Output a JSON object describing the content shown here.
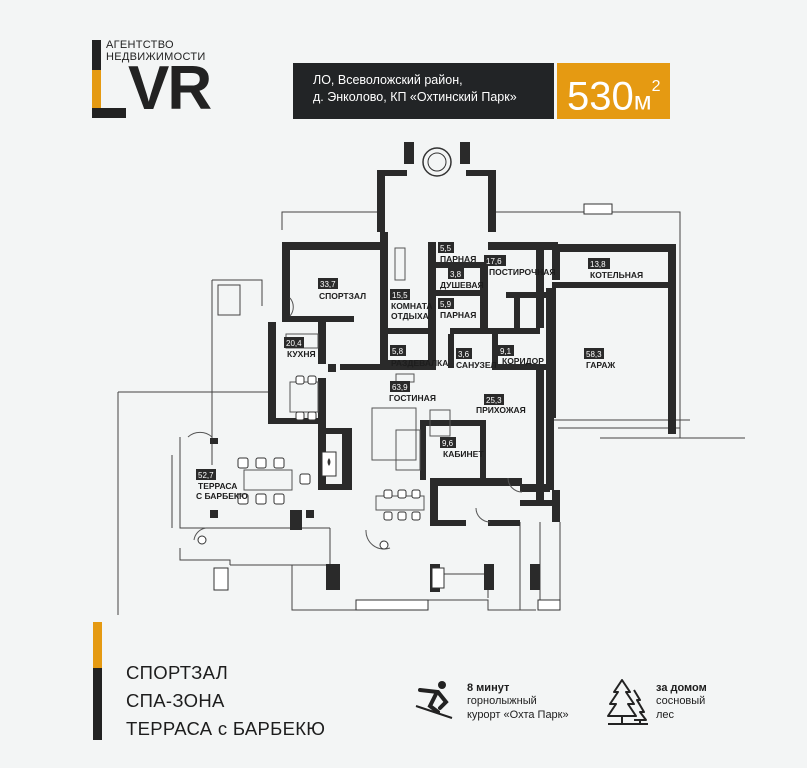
{
  "brand": {
    "agency_line1": "АГЕНТСТВО",
    "agency_line2": "НЕДВИЖИМОСТИ",
    "logo_letters": "VR"
  },
  "address": {
    "line1": "ЛО, Всеволожский район,",
    "line2": "д. Энколово, КП «Охтинский Парк»"
  },
  "area": {
    "value": "530",
    "unit": "м",
    "unit_power": "2"
  },
  "rooms": {
    "gym": {
      "area": "33,7",
      "name": "СПОРТЗАЛ"
    },
    "sauna1": {
      "area": "5,5",
      "name": "ПАРНАЯ"
    },
    "laundry": {
      "area": "17,6",
      "name": "ПОСТИРОЧНАЯ"
    },
    "boiler": {
      "area": "13,8",
      "name": "КОТЕЛЬНАЯ"
    },
    "shower": {
      "area": "3,8",
      "name": "ДУШЕВАЯ"
    },
    "rest": {
      "area": "15,5",
      "name1": "КОМНАТА",
      "name2": "ОТДЫХА"
    },
    "sauna2": {
      "area": "5,9",
      "name": "ПАРНАЯ"
    },
    "kitchen": {
      "area": "20,4",
      "name": "КУХНЯ"
    },
    "dressing": {
      "area": "5,8",
      "name": "РАЗДЕВАЛКА"
    },
    "bathroom": {
      "area": "3,6",
      "name": "САНУЗЕЛ"
    },
    "corridor": {
      "area": "9,1",
      "name": "КОРИДОР"
    },
    "garage": {
      "area": "58,3",
      "name": "ГАРАЖ"
    },
    "living": {
      "area": "63,9",
      "name": "ГОСТИНАЯ"
    },
    "hall": {
      "area": "25,3",
      "name": "ПРИХОЖАЯ"
    },
    "office": {
      "area": "9,6",
      "name": "КАБИНЕТ"
    },
    "terrace": {
      "area": "52,7",
      "name1": "ТЕРРАСА",
      "name2": "С БАРБЕКЮ"
    }
  },
  "features": [
    "СПОРТЗАЛ",
    "СПА-ЗОНА",
    "ТЕРРАСА с БАРБЕКЮ"
  ],
  "info": {
    "ski": {
      "strong": "8 минут",
      "line1": "горнолыжный",
      "line2": "курорт «Охта Парк»"
    },
    "forest": {
      "strong": "за домом",
      "line1": "сосновый",
      "line2": "лес"
    }
  },
  "colors": {
    "accent": "#e59a12",
    "dark": "#222426",
    "background": "#f3f5f5"
  },
  "icons": [
    "skier-icon",
    "pine-trees-icon"
  ]
}
